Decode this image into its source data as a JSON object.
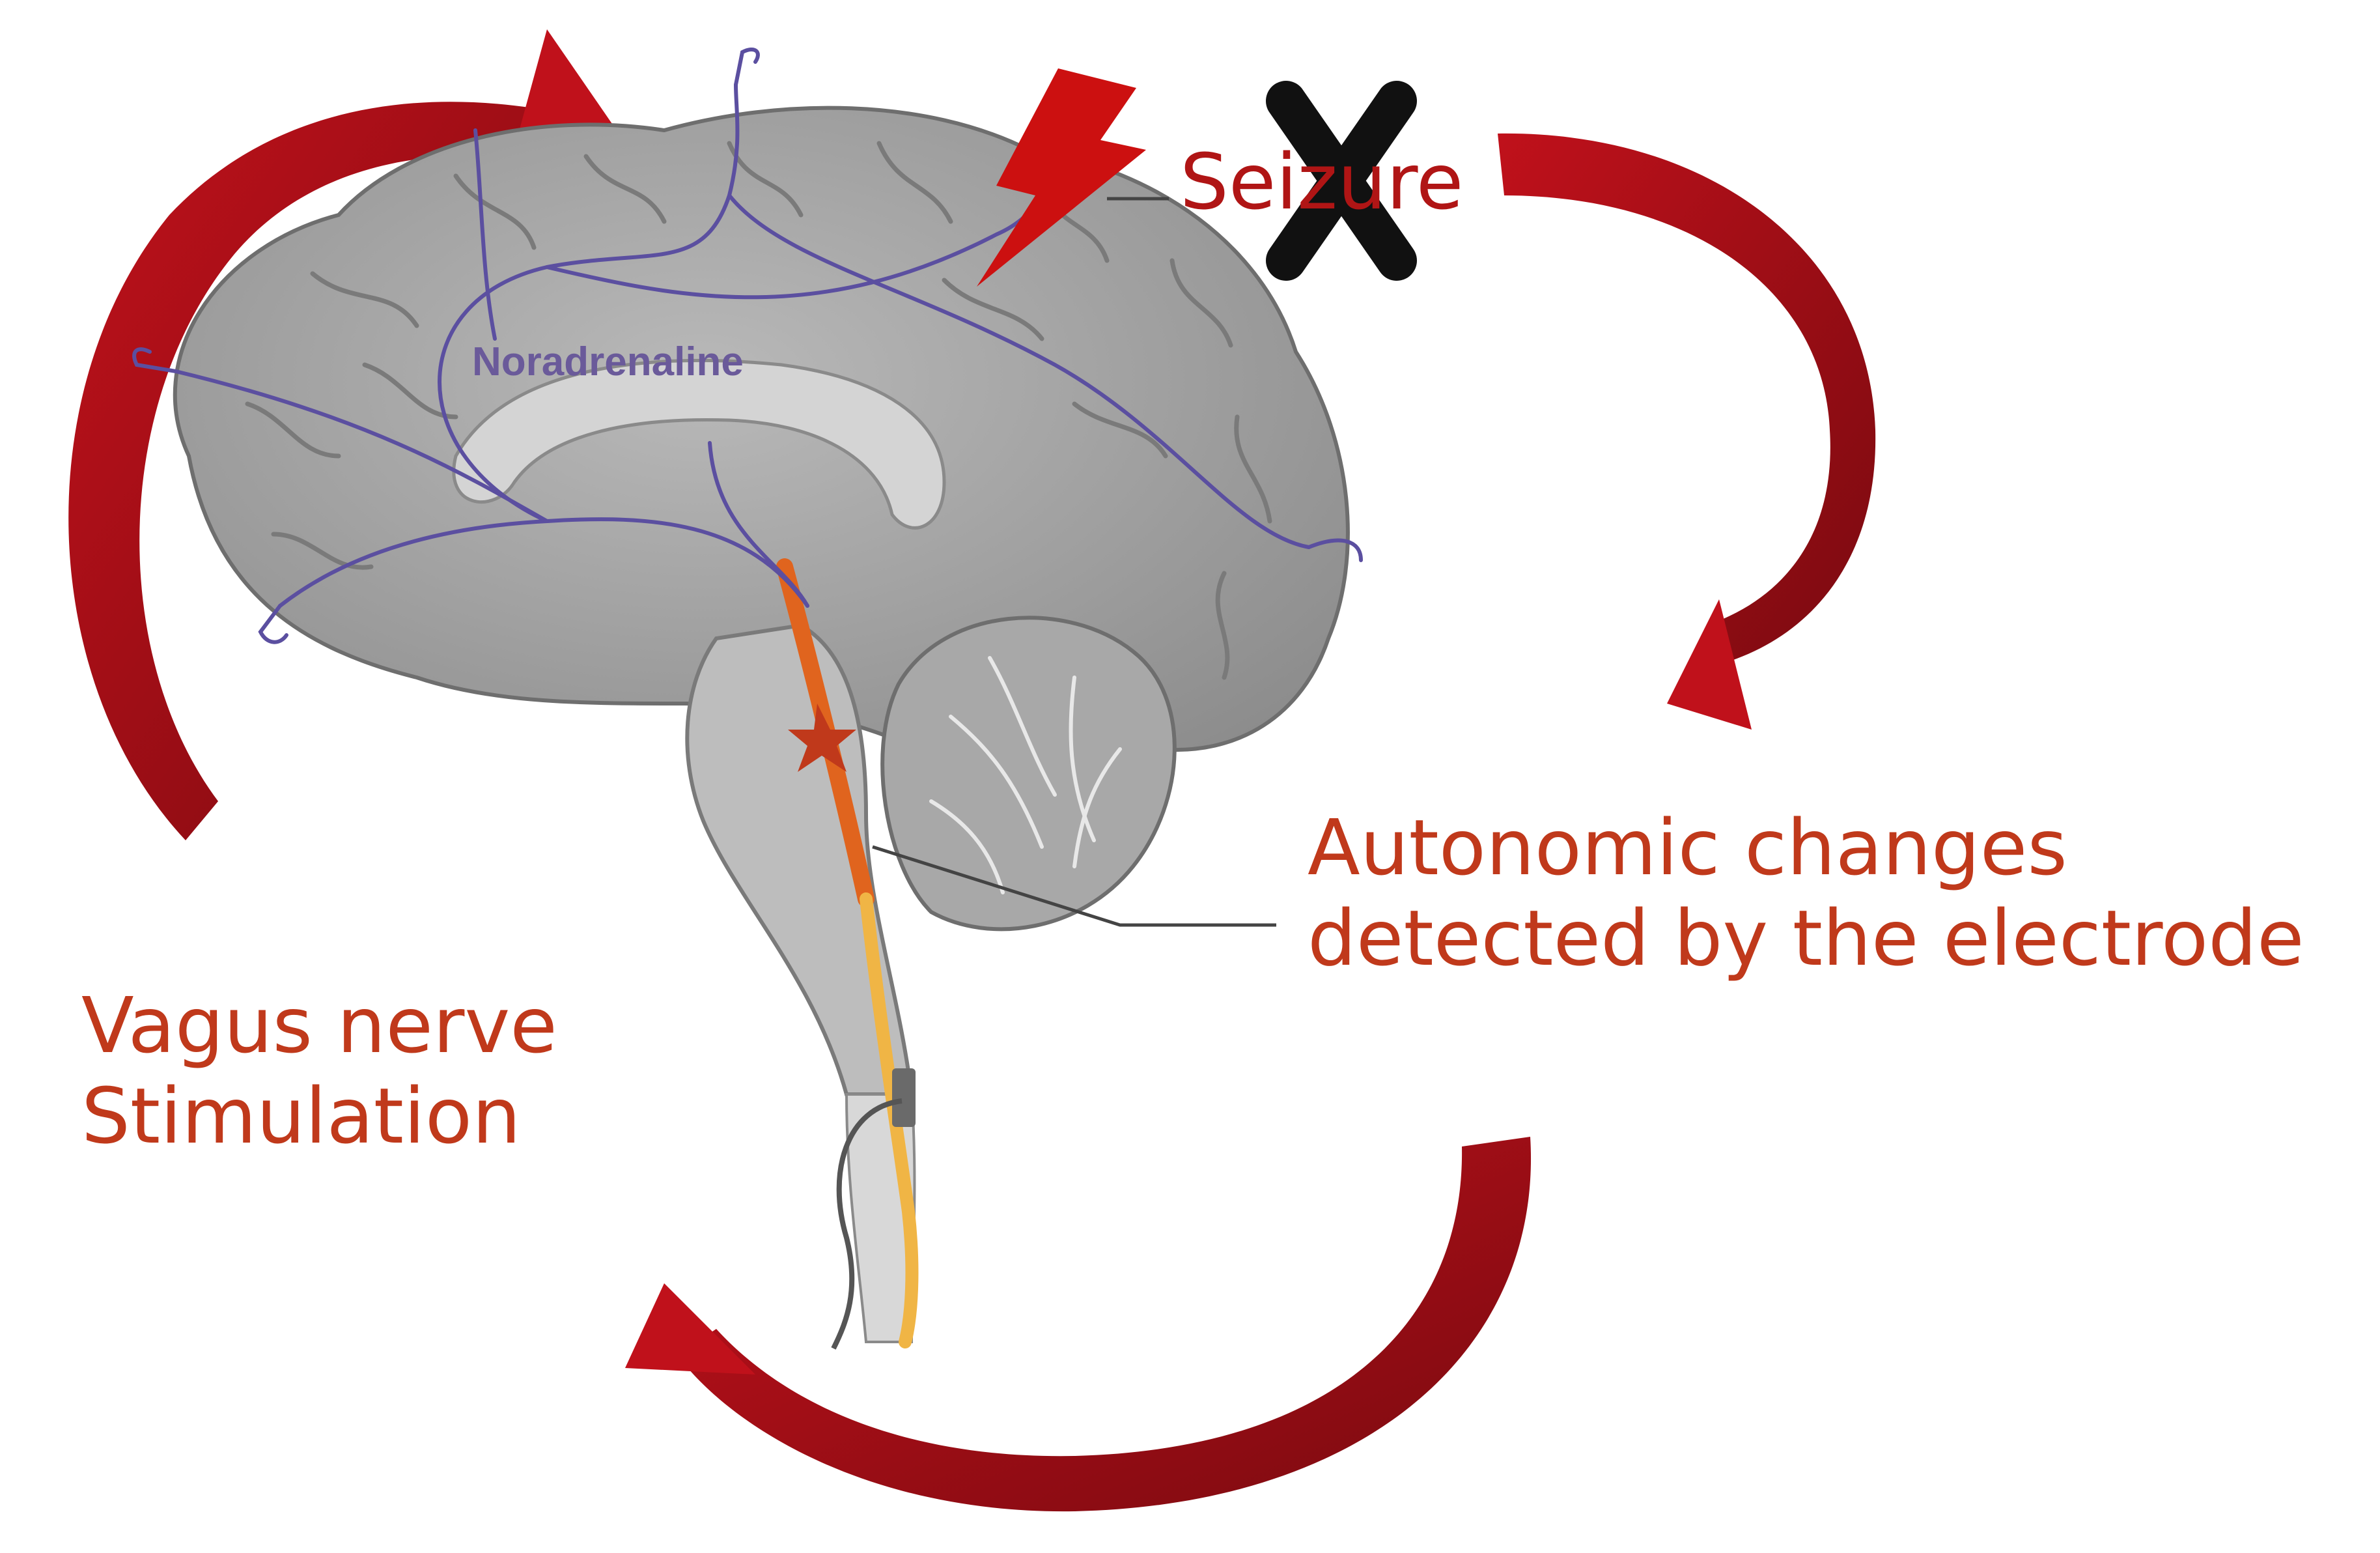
{
  "labels": {
    "seizure": "Seizure",
    "noradrenaline": "Noradrenaline",
    "autonomic_line1": "Autonomic changes",
    "autonomic_line2": "detected by the electrode",
    "vagus_line1": "Vagus nerve",
    "vagus_line2": "Stimulation"
  },
  "colors": {
    "arrow_red": "#c0111b",
    "arrow_dark": "#7a0a10",
    "label_text": "#c0391b",
    "pathway_purple": "#5b4fa0",
    "brain_gray": "#9a9a9a",
    "nerve_orange": "#e0641e"
  },
  "icons": [
    "cross-mark-icon",
    "lightning-bolt-icon",
    "cycle-arrow-icon"
  ]
}
